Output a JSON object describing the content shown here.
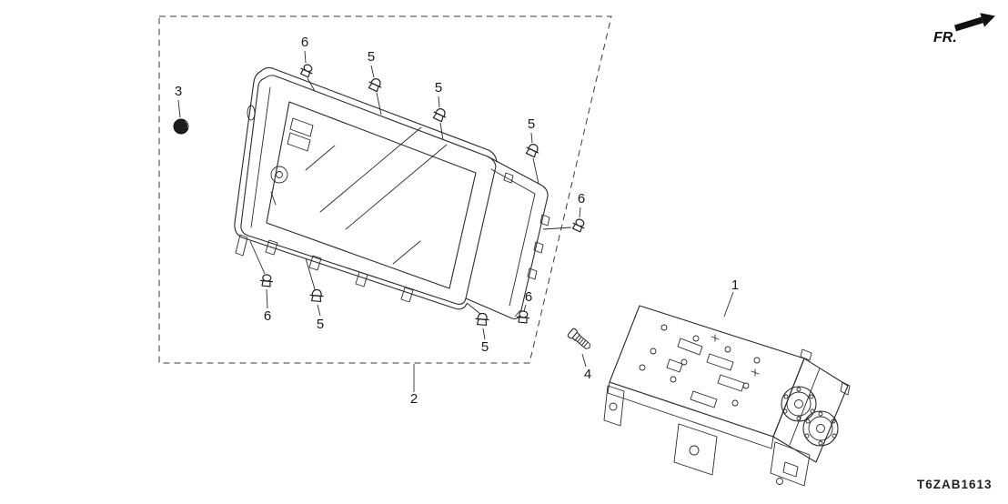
{
  "diagram": {
    "code": "T6ZAB1613",
    "direction_label": "FR."
  },
  "callouts": {
    "part1": "1",
    "part2": "2",
    "part3": "3",
    "part4": "4",
    "part5_top_a": "5",
    "part5_top_b": "5",
    "part5_top_c": "5",
    "part5_bottom_a": "5",
    "part5_bottom_b": "5",
    "part6_top": "6",
    "part6_right": "6",
    "part6_bottom_a": "6",
    "part6_bottom_b": "6"
  }
}
